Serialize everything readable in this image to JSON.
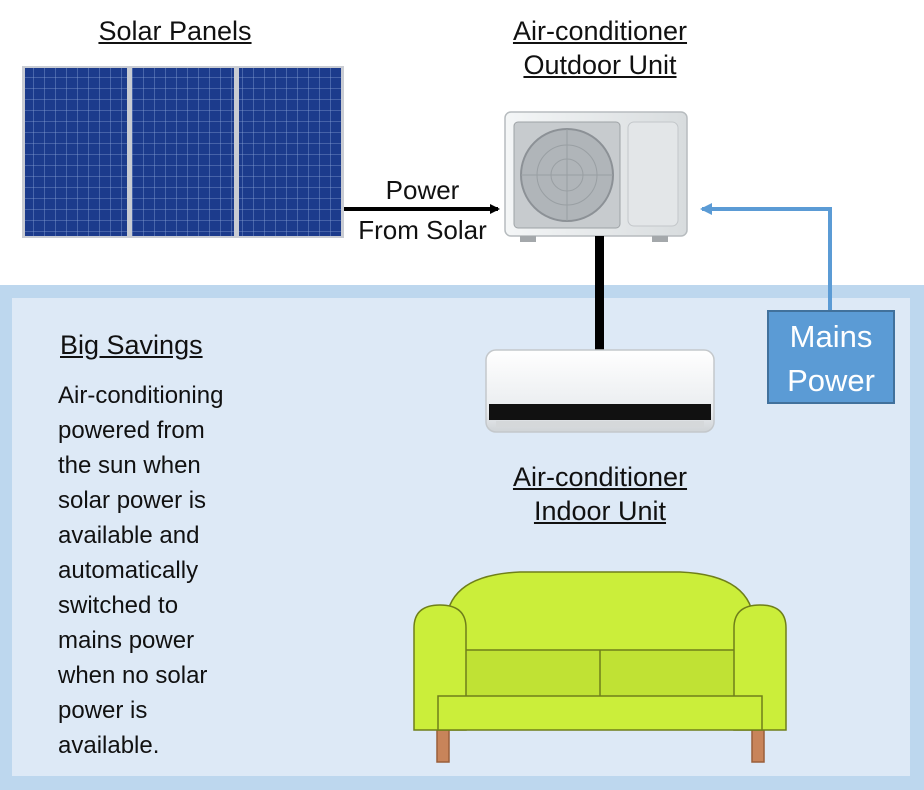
{
  "labels": {
    "solar_panels": "Solar Panels",
    "outdoor_line1": "Air-conditioner",
    "outdoor_line2": "Outdoor Unit",
    "indoor_line1": "Air-conditioner",
    "indoor_line2": "Indoor Unit",
    "power_line1": "Power",
    "power_line2": "From Solar",
    "mains_line1": "Mains",
    "mains_line2": "Power"
  },
  "savings": {
    "heading": "Big Savings",
    "lines": [
      "Air-conditioning",
      "powered from",
      "the sun when",
      "solar power is",
      "available and",
      "automatically",
      "switched to",
      "mains power",
      "when no solar",
      "power is",
      "available."
    ]
  },
  "colors": {
    "house_outer": "#bdd7ee",
    "house_inner": "#dde9f6",
    "mains": "#5b9bd5",
    "panel": "#1c3b8c",
    "sofa": "#cbee3a",
    "sofa_legs": "#c8845a"
  }
}
